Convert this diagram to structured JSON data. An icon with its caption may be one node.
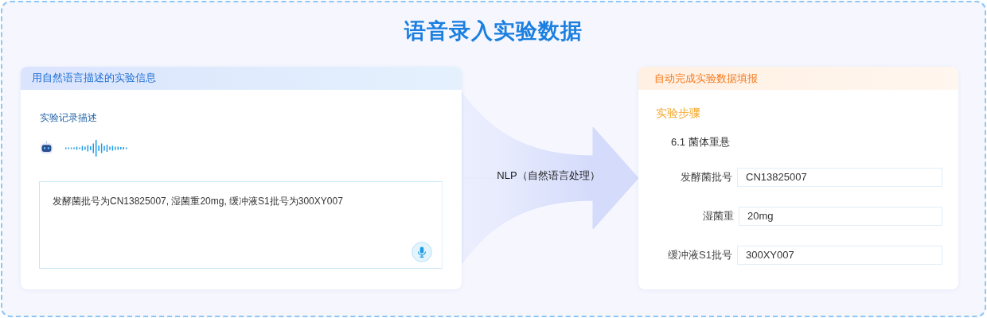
{
  "diagram": {
    "title": "语音录入实验数据",
    "nodes": [
      {
        "text": [
          "用自然语言描述的实验信息",
          "实验记录描述"
        ]
      },
      {
        "text": [
          "发酵菌批号为CN13825007, 湿菌重20mg, 缓冲液S1批号为300XY007"
        ],
        "in": 0
      },
      {
        "text": [
          "自动完成实验数据填报",
          "实验步骤",
          "6.1 菌体重悬"
        ]
      },
      {
        "text": [
          "CN13825007"
        ],
        "in": 2,
        "beside": [
          "发酵菌批号"
        ]
      },
      {
        "text": [
          "20mg"
        ],
        "in": 2,
        "beside": [
          "湿菌重"
        ]
      },
      {
        "text": [
          "300XY007"
        ],
        "in": 2,
        "beside": [
          "缓冲液S1批号"
        ]
      }
    ],
    "edges": [
      {
        "from": 0,
        "to": 2,
        "arrow": "to",
        "label": "NLP（自然语言处理）"
      }
    ]
  }
}
